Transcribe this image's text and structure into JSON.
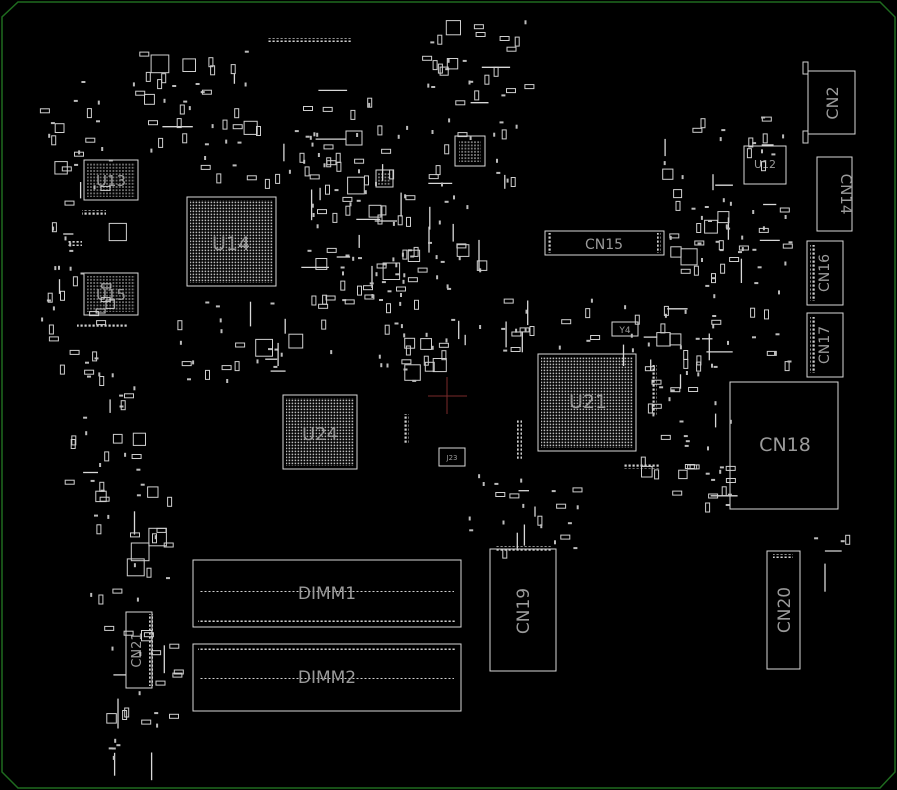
{
  "board": {
    "outline_color": "#1f6b1f",
    "silkscreen_color": "#d8d8d8",
    "label_color": "#9a9a9a",
    "background": "#000000"
  },
  "components": {
    "u14": "U14",
    "u24": "U24",
    "u21": "U21",
    "u13": "U13",
    "u15": "U15",
    "u12": "U12",
    "cn2": "CN2",
    "cn14": "CN14",
    "cn15": "CN15",
    "cn16": "CN16",
    "cn17": "CN17",
    "cn18": "CN18",
    "cn19": "CN19",
    "cn20": "CN20",
    "cn21": "CN21",
    "dimm1": "DIMM1",
    "dimm2": "DIMM2",
    "y4": "Y4",
    "j23": "J23"
  }
}
